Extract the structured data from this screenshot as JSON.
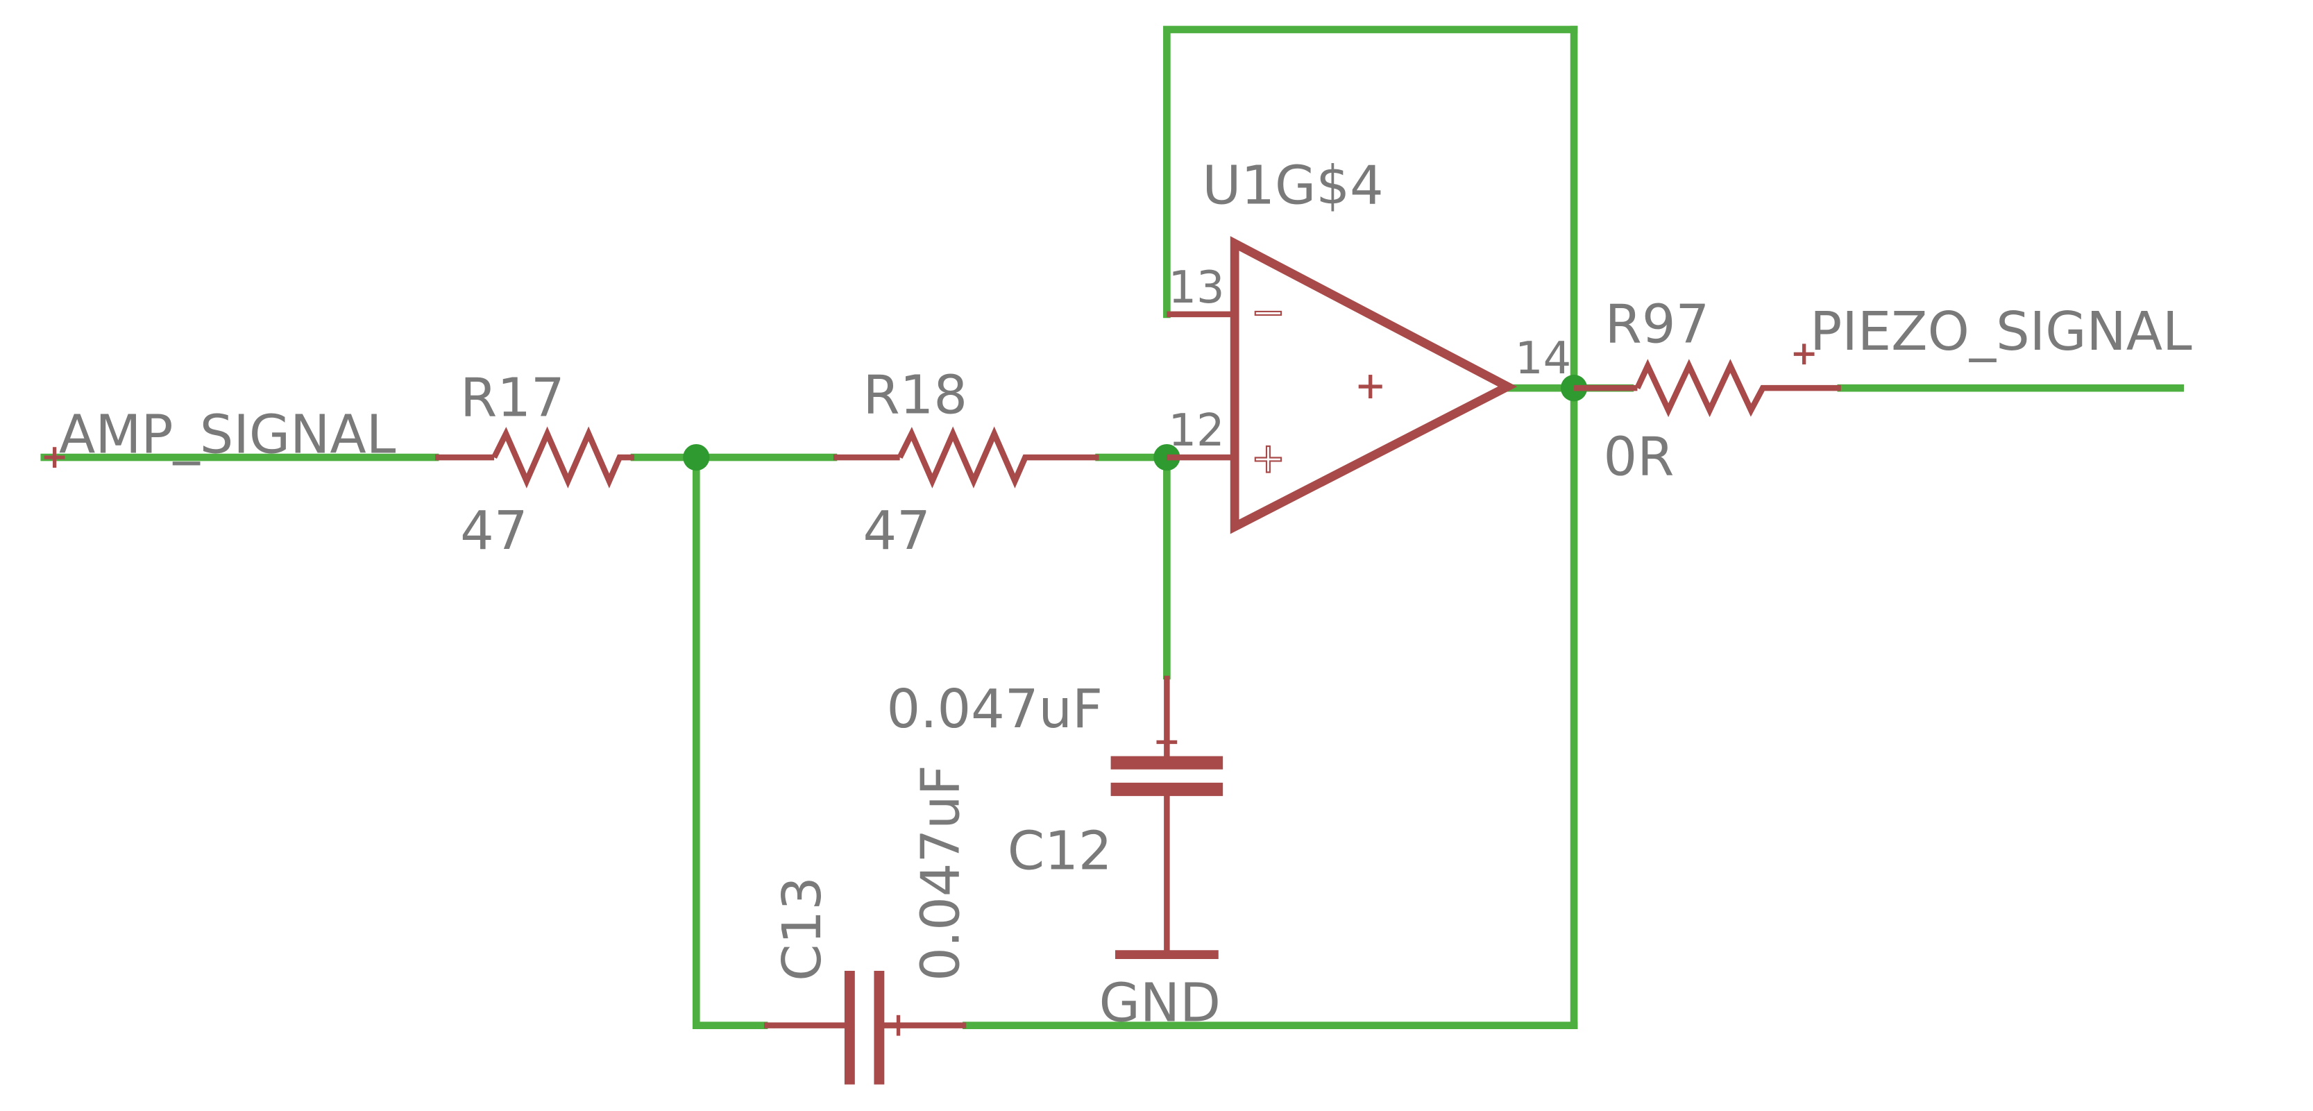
{
  "nets": {
    "input": "AMP_SIGNAL",
    "output": "PIEZO_SIGNAL",
    "ground": "GND"
  },
  "resistors": {
    "r17": {
      "name": "R17",
      "value": "47"
    },
    "r18": {
      "name": "R18",
      "value": "47"
    },
    "r97": {
      "name": "R97",
      "value": "0R"
    }
  },
  "capacitors": {
    "c12": {
      "name": "C12",
      "value": "0.047uF"
    },
    "c13": {
      "name": "C13",
      "value": "0.047uF"
    }
  },
  "opamp": {
    "name": "U1G$4",
    "pin_inverting": "13",
    "pin_noninverting": "12",
    "pin_output": "14",
    "minus_symbol": "−",
    "plus_symbol": "+"
  },
  "colors": {
    "wire": "#4caf3f",
    "component": "#a84a4a",
    "junction": "#2f9a2f",
    "label": "#7a7a7a",
    "background": "#ffffff"
  }
}
